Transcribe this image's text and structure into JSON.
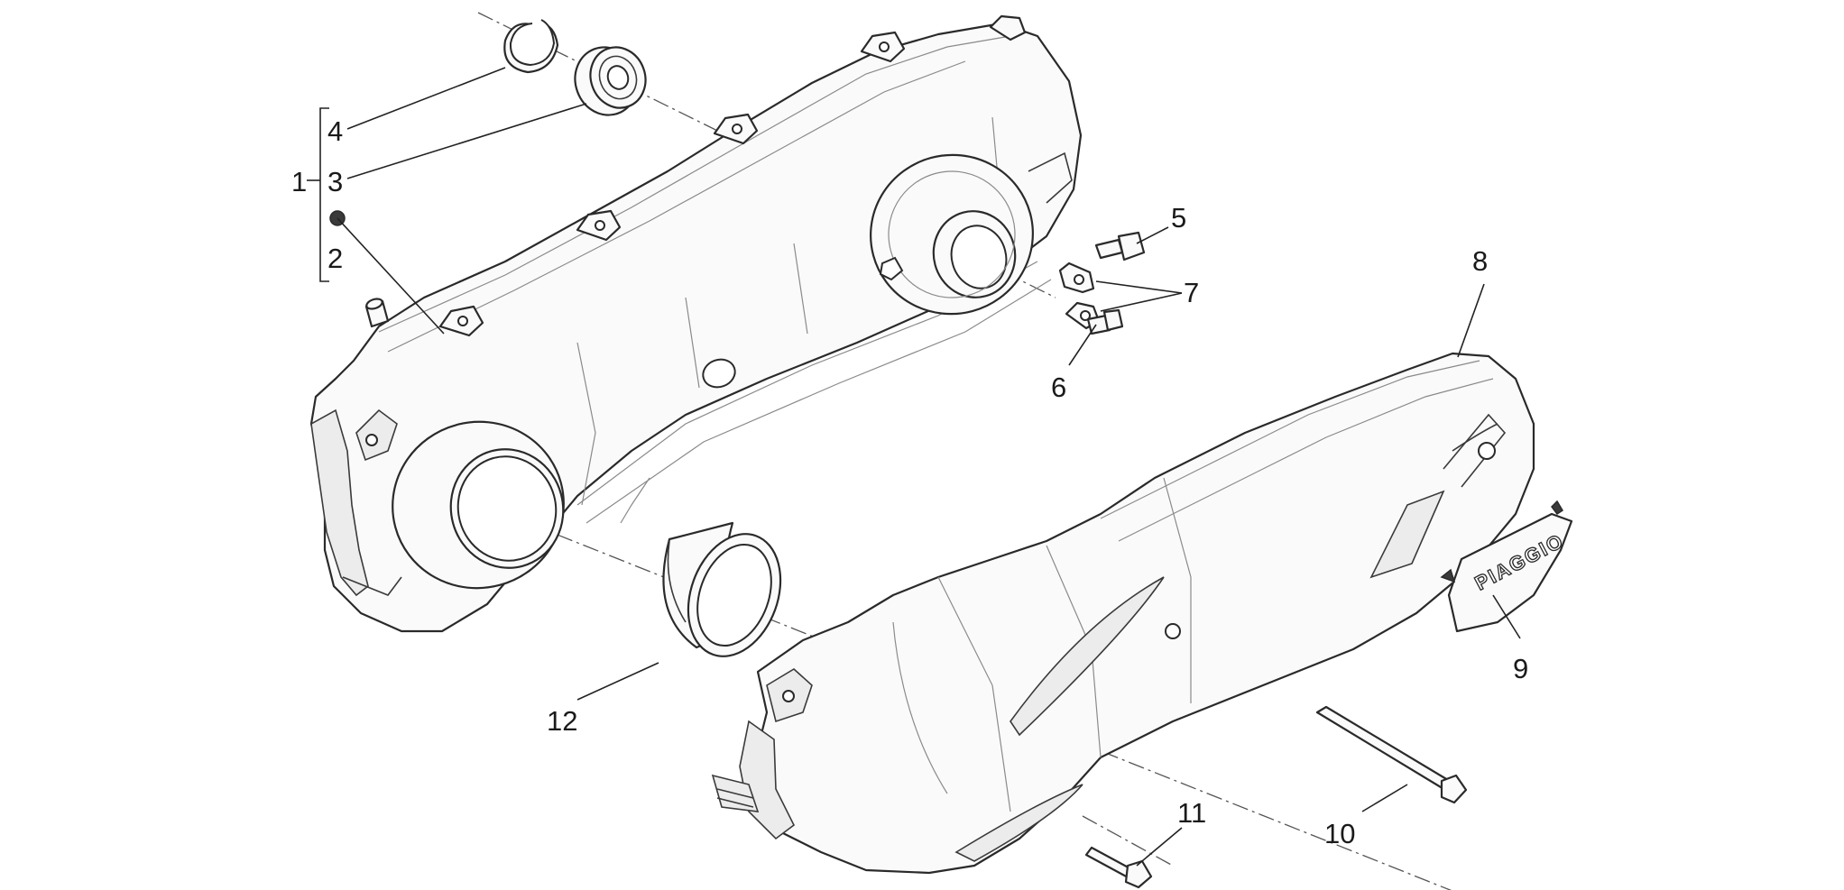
{
  "callouts": {
    "c1": "1",
    "c2": "2",
    "c3": "3",
    "c4": "4",
    "c5": "5",
    "c6": "6",
    "c7": "7",
    "c8": "8",
    "c9": "9",
    "c10": "10",
    "c11": "11",
    "c12": "12"
  },
  "logo_text": "PIAGGIO"
}
